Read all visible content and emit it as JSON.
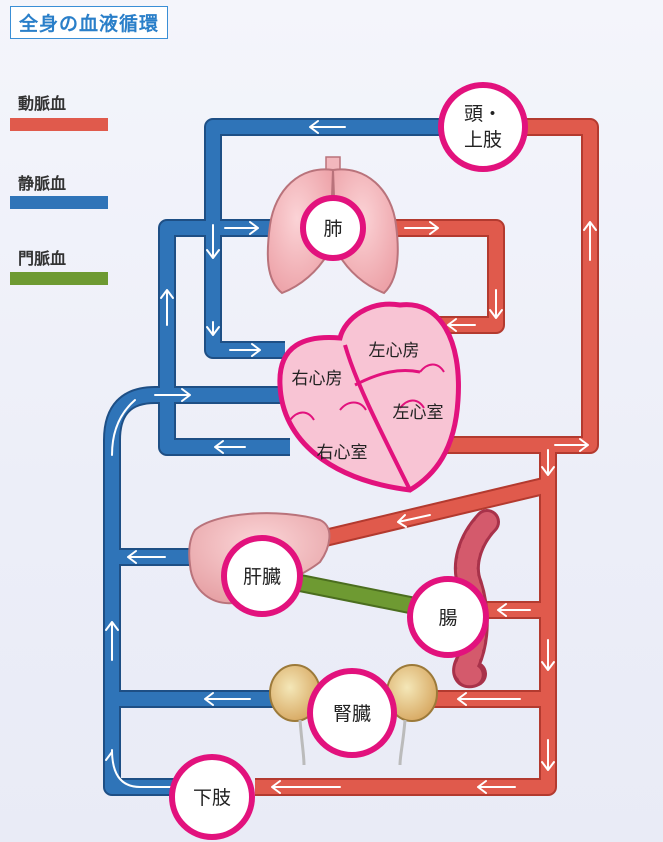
{
  "title": "全身の血液循環",
  "legend": [
    {
      "label": "動脈血",
      "color": "#e05a4c"
    },
    {
      "label": "静脈血",
      "color": "#2f74b8"
    },
    {
      "label": "門脈血",
      "color": "#6e9a32"
    }
  ],
  "organs": {
    "head": [
      "頭・",
      "上肢"
    ],
    "lung": "肺",
    "liver": "肝臓",
    "intestine": "腸",
    "kidney": "腎臓",
    "lower_limbs": "下肢"
  },
  "heart": {
    "right_atrium": "右心房",
    "right_ventricle": "右心室",
    "left_atrium": "左心房",
    "left_ventricle": "左心室"
  }
}
